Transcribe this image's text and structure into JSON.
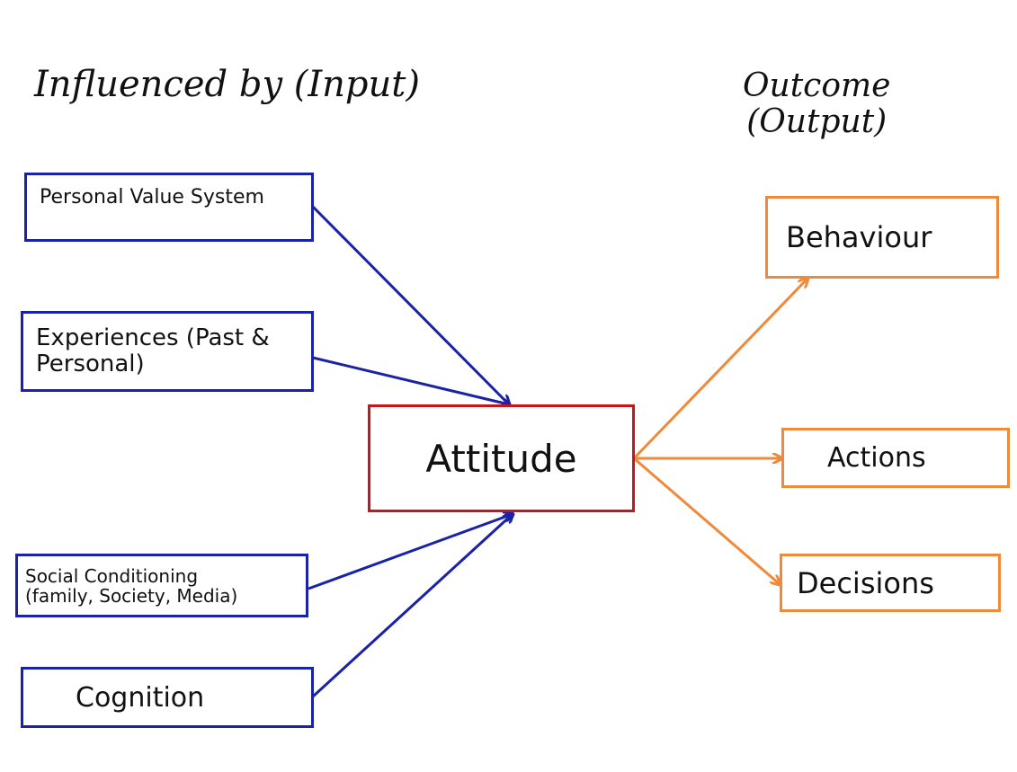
{
  "headings": {
    "input": "Influenced by (Input)",
    "output_line1": "Outcome",
    "output_line2": "(Output)"
  },
  "inputs": {
    "personal_value_system": "Personal Value System",
    "experiences_line1": "Experiences (Past &",
    "experiences_line2": "Personal)",
    "social_line1": "Social Conditioning",
    "social_line2": "(family, Society, Media)",
    "cognition": "Cognition"
  },
  "center": {
    "attitude": "Attitude"
  },
  "outputs": {
    "behaviour": "Behaviour",
    "actions": "Actions",
    "decisions": "Decisions"
  },
  "colors": {
    "input": "#1a22a8",
    "center": "#c4161c",
    "output": "#f08a3a"
  }
}
